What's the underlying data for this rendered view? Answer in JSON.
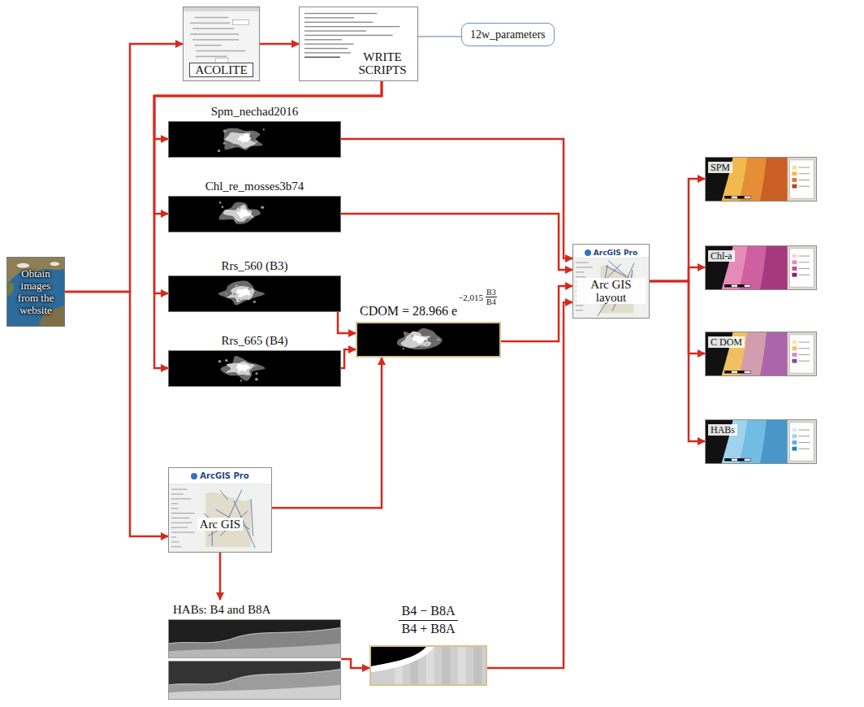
{
  "diagram": {
    "nodes": [
      {
        "text": [
          "Obtain images from the website"
        ]
      },
      {
        "text": [
          "ACOLITE"
        ]
      },
      {
        "text": [
          "WRITE SCRIPTS"
        ]
      },
      {
        "text": [
          "12w_parameters"
        ]
      },
      {
        "text": [
          "Spm_nechad2016"
        ]
      },
      {
        "text": [
          "Chl_re_mosses3b74"
        ]
      },
      {
        "text": [
          "Rrs_560 (B3)"
        ]
      },
      {
        "text": [
          "Rrs_665 (B4)"
        ]
      },
      {
        "text": [
          "CDOM = 28.966",
          "e",
          "−2,015",
          "B3",
          "B4"
        ]
      },
      {
        "text": [
          "ArcGIS Pro",
          "Arc GIS"
        ]
      },
      {
        "text": [
          "HABs: B4 and B8A"
        ]
      },
      {
        "text": [
          "B4 − B8A",
          "B4 + B8A"
        ]
      },
      {
        "text": [
          "ArcGIS Pro",
          "Arc GIS layout"
        ]
      },
      {
        "text": [
          "SPM"
        ]
      },
      {
        "text": [
          "Chl-a"
        ]
      },
      {
        "text": [
          "C DOM"
        ]
      },
      {
        "text": [
          "HABs"
        ]
      }
    ],
    "edges": [
      {
        "from": 0,
        "to": 1,
        "arrow": "to"
      },
      {
        "from": 0,
        "to": 9,
        "arrow": "to"
      },
      {
        "from": 1,
        "to": 2,
        "arrow": "to"
      },
      {
        "from": 2,
        "to": 3,
        "arrow": "none"
      },
      {
        "from": 2,
        "to": 4,
        "arrow": "to"
      },
      {
        "from": 2,
        "to": 5,
        "arrow": "to"
      },
      {
        "from": 2,
        "to": 6,
        "arrow": "to"
      },
      {
        "from": 2,
        "to": 7,
        "arrow": "to"
      },
      {
        "from": 4,
        "to": 12,
        "arrow": "to"
      },
      {
        "from": 5,
        "to": 12,
        "arrow": "to"
      },
      {
        "from": 6,
        "to": 8,
        "arrow": "to"
      },
      {
        "from": 7,
        "to": 8,
        "arrow": "to"
      },
      {
        "from": 8,
        "to": 12,
        "arrow": "to"
      },
      {
        "from": 9,
        "to": 8,
        "arrow": "to"
      },
      {
        "from": 9,
        "to": 10,
        "arrow": "to"
      },
      {
        "from": 10,
        "to": 11,
        "arrow": "to"
      },
      {
        "from": 11,
        "to": 12,
        "arrow": "to"
      },
      {
        "from": 12,
        "to": 13,
        "arrow": "to"
      },
      {
        "from": 12,
        "to": 14,
        "arrow": "to"
      },
      {
        "from": 12,
        "to": 15,
        "arrow": "to"
      },
      {
        "from": 12,
        "to": 16,
        "arrow": "to"
      }
    ]
  }
}
